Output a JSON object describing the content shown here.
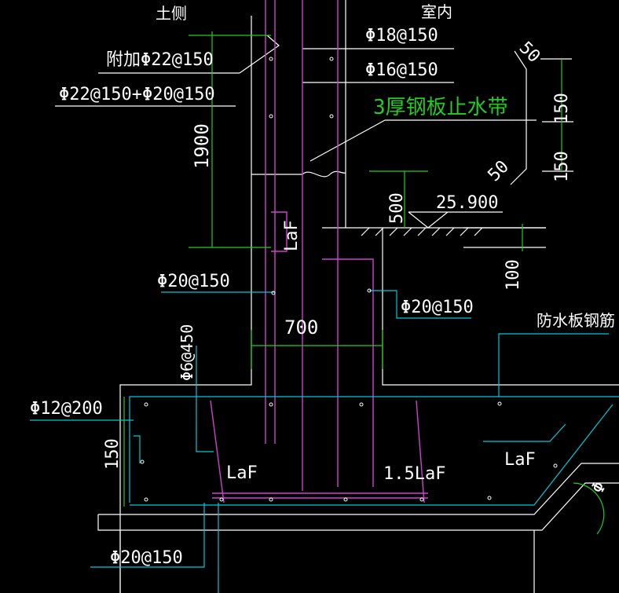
{
  "colors": {
    "background": "#000000",
    "white_line": "#ffffff",
    "magenta_rebar": "#d040d0",
    "cyan_leader": "#00c8d8",
    "green_dim": "#22cc22",
    "green_text": "#22cc22"
  },
  "labels": {
    "earth_side": "土侧",
    "indoor": "室内",
    "rebar_phi18": "Φ18@150",
    "rebar_phi16": "Φ16@150",
    "added_rebar": "附加Φ22@150",
    "main_rebar": "Φ22@150+Φ20@150",
    "waterstop": "3厚钢板止水带",
    "dim_1900": "1900",
    "dim_500": "500",
    "elevation": "25.900",
    "dim_150_top": "150",
    "dim_150_bot": "150",
    "dim_50_top": "50",
    "dim_50_bot": "50",
    "dim_100": "100",
    "laf_wall": "LaF",
    "rebar_phi20_left": "Φ20@150",
    "rebar_phi20_right": "Φ20@150",
    "dim_700": "700",
    "tie_phi6": "Φ6@450",
    "waterproof_slab": "防水板钢筋",
    "rebar_phi12": "Φ12@200",
    "dim_150_left": "150",
    "laf_base_left": "LaF",
    "laf_base_mid": "1.5LaF",
    "laf_base_right": "LaF",
    "rebar_phi20_bottom": "Φ20@150",
    "partial_text": "Φ"
  }
}
